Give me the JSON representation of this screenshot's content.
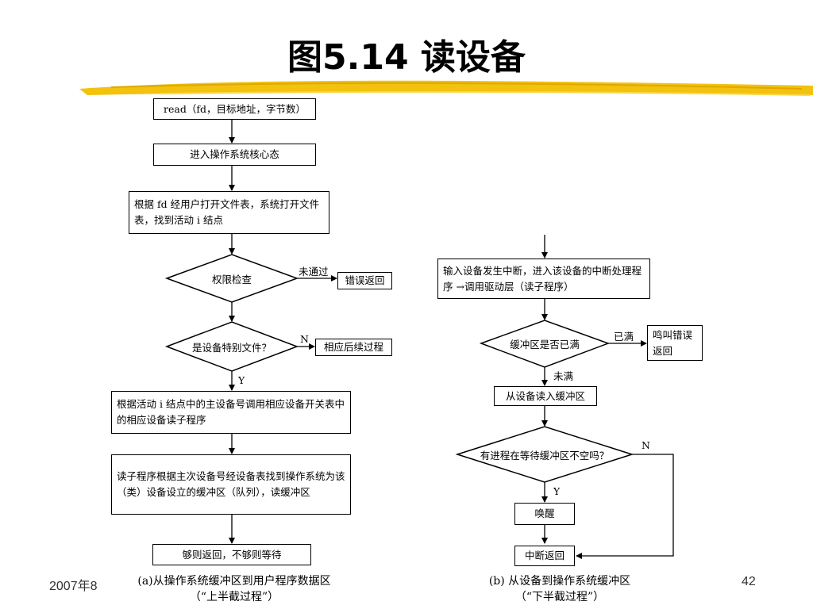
{
  "title": "图5.14 读设备",
  "left": {
    "read_call": "read（fd，目标地址，字节数）",
    "enter_kernel": "进入操作系统核心态",
    "find_node": "根据 fd 经用户打开文件表，系统打开文件表，找到活动 i 结点",
    "perm_check": "权限检查",
    "fail_label": "未通过",
    "error_return": "错误返回",
    "special_file_q": "是设备特别文件？",
    "n_label": "N",
    "y_label": "Y",
    "other_process": "相应后续过程",
    "call_read_prog": "根据活动 i 结点中的主设备号调用相应设备开关表中的相应设备读子程序",
    "read_sub": "读子程序根据主次设备号经设备表找到操作系统为该（类）设备设立的缓冲区（队列），读缓冲区",
    "enough_return": "够则返回，不够则等待",
    "caption_line1": "(a)从操作系统缓冲区到用户程序数据区",
    "caption_line2": "（“上半截过程”）"
  },
  "right": {
    "interrupt": "输入设备发生中断，进入该设备的中断处理程序 →调用驱动层（读子程序）",
    "buffer_full_q": "缓冲区是否已满",
    "full_label": "已满",
    "beep_error": "鸣叫错误返回",
    "not_full_label": "未满",
    "read_to_buffer": "从设备读入缓冲区",
    "waiting_q": "有进程在等待缓冲区不空吗？",
    "n_label": "N",
    "y_label": "Y",
    "wakeup": "唤醒",
    "int_return": "中断返回",
    "caption_line1": "(b) 从设备到操作系统缓冲区",
    "caption_line2": "（“下半截过程”）"
  },
  "footer": {
    "date": "2007年8",
    "page": "42"
  }
}
